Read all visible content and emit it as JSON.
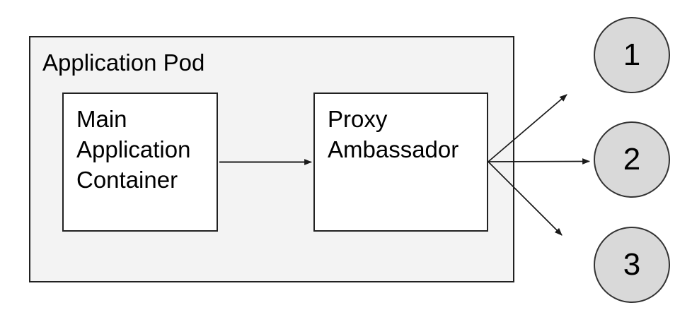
{
  "diagram": {
    "pod": {
      "label": "Application Pod"
    },
    "nodes": {
      "main": {
        "label": "Main Application Container"
      },
      "proxy": {
        "label": "Proxy Ambassador"
      }
    },
    "endpoints": [
      {
        "label": "1"
      },
      {
        "label": "2"
      },
      {
        "label": "3"
      }
    ],
    "edges": [
      {
        "from": "main-application-container",
        "to": "proxy-ambassador"
      },
      {
        "from": "proxy-ambassador",
        "to": "endpoint-1"
      },
      {
        "from": "proxy-ambassador",
        "to": "endpoint-2"
      },
      {
        "from": "proxy-ambassador",
        "to": "endpoint-3"
      }
    ],
    "colors": {
      "pod_fill": "#f3f3f3",
      "pod_border": "#212121",
      "node_fill": "#ffffff",
      "node_border": "#212121",
      "endpoint_fill": "#d9d9d9",
      "endpoint_border": "#333333",
      "arrow": "#1a1a1a",
      "text": "#000000"
    }
  }
}
